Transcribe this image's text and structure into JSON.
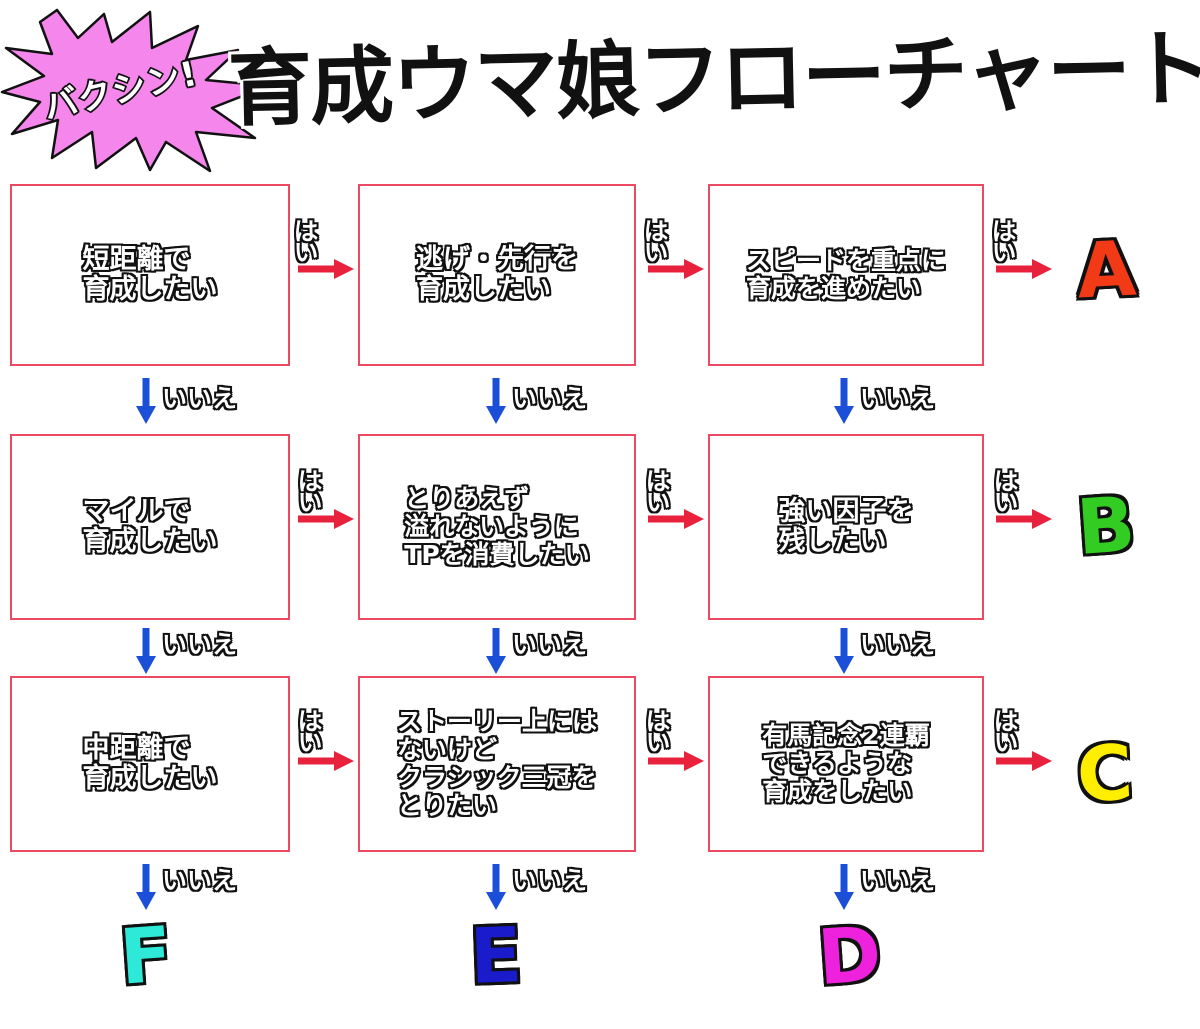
{
  "title": {
    "burst_label": "バクシン!",
    "main": "育成ウマ娘フローチャート!!"
  },
  "labels": {
    "yes": "はい",
    "no": "いいえ"
  },
  "colors": {
    "box_border": "#ec4a63",
    "yes_arrow": "#e8213c",
    "no_arrow": "#1b4fd8",
    "burst_fill": "#f486ec",
    "result_a": "#f23a16",
    "result_b": "#33cc22",
    "result_c": "#ffee00",
    "result_d": "#ee22dd",
    "result_e": "#1a1ccc",
    "result_f": "#2ee8d8"
  },
  "boxes": {
    "r1c1": "短距離で\n育成したい",
    "r1c2": "逃げ・先行を\n育成したい",
    "r1c3": "スピードを重点に\n育成を進めたい",
    "r2c1": "マイルで\n育成したい",
    "r2c2": "とりあえず\n溢れないように\nTPを消費したい",
    "r2c3": "強い因子を\n残したい",
    "r3c1": "中距離で\n育成したい",
    "r3c2": "ストーリー上には\nないけど\nクラシック三冠を\nとりたい",
    "r3c3": "有馬記念2連覇\nできるような\n育成をしたい"
  },
  "results": {
    "a": "A",
    "b": "B",
    "c": "C",
    "d": "D",
    "e": "E",
    "f": "F"
  }
}
